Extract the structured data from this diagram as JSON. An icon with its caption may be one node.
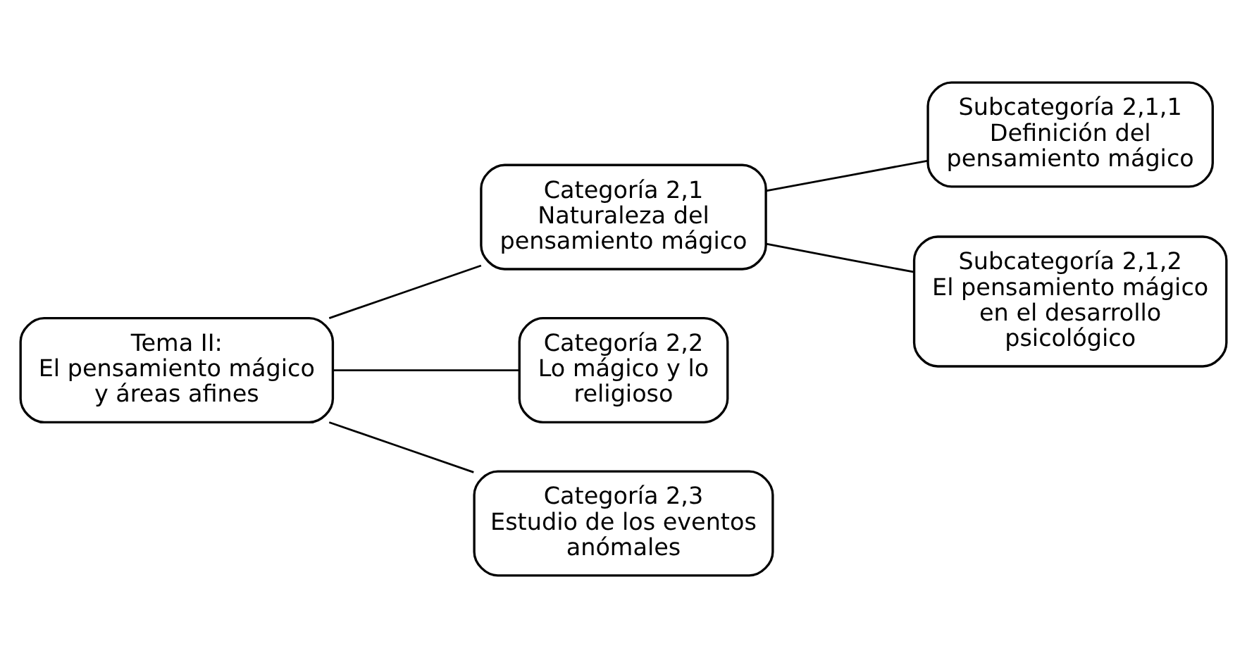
{
  "diagram": {
    "nodes": [
      {
        "text": [
          "Tema II:",
          "El pensamiento mágico y áreas afines"
        ]
      },
      {
        "text": [
          "Categoría 2,1",
          "Naturaleza del pensamiento mágico"
        ]
      },
      {
        "text": [
          "Categoría 2,2",
          "Lo mágico y lo religioso"
        ]
      },
      {
        "text": [
          "Categoría 2,3",
          "Estudio de los eventos anómales"
        ]
      },
      {
        "text": [
          "Subcategoría 2,1,1",
          "Definición del pensamiento mágico"
        ]
      },
      {
        "text": [
          "Subcategoría 2,1,2",
          "El pensamiento mágico en el desarrollo psicológico"
        ]
      }
    ],
    "edges": [
      {
        "from": 0,
        "to": 1,
        "arrow": "none"
      },
      {
        "from": 0,
        "to": 2,
        "arrow": "none"
      },
      {
        "from": 0,
        "to": 3,
        "arrow": "none"
      },
      {
        "from": 1,
        "to": 4,
        "arrow": "none"
      },
      {
        "from": 1,
        "to": 5,
        "arrow": "none"
      }
    ]
  }
}
